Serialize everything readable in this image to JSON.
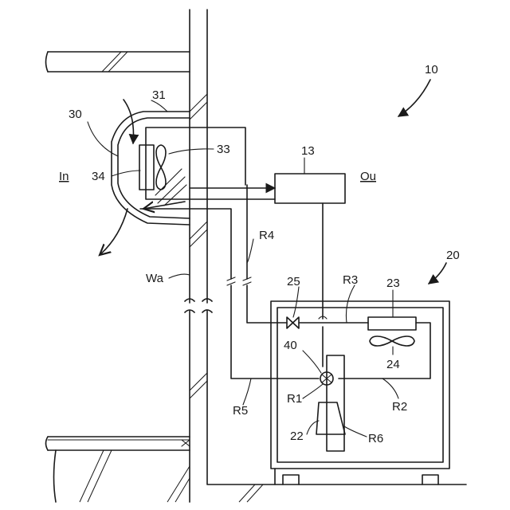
{
  "labels": {
    "system": "10",
    "indoor_unit": "30",
    "casing": "31",
    "fan": "33",
    "heat_exchanger": "34",
    "indoor_space": "In",
    "outdoor_space": "Ou",
    "device": "13",
    "outdoor_unit": "20",
    "valve": "25",
    "pipe_r3": "R3",
    "outdoor_hx": "23",
    "outdoor_fan": "24",
    "pipe_r4": "R4",
    "wall": "Wa",
    "four_way_valve": "40",
    "pipe_r1": "R1",
    "pipe_r2": "R2",
    "pipe_r5": "R5",
    "compressor": "22",
    "pipe_r6": "R6"
  }
}
